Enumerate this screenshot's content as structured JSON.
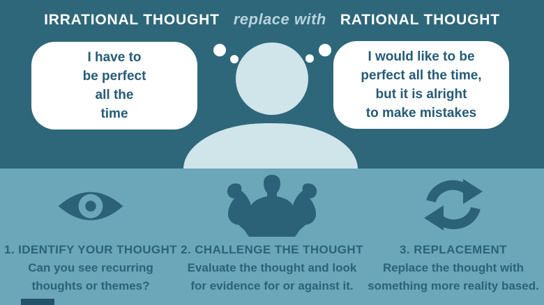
{
  "header": {
    "irrational_label": "IRRATIONAL THOUGHT",
    "replace_label": "replace with",
    "rational_label": "RATIONAL THOUGHT"
  },
  "bubbles": {
    "irrational_text": "I have to\nbe perfect\nall the\ntime",
    "rational_text": "I would like to be\nperfect all the time,\nbut it is alright\nto make mistakes"
  },
  "steps": [
    {
      "icon": "eye-icon",
      "title": "1. IDENTIFY YOUR THOUGHT",
      "description": "Can you see recurring\nthoughts or themes?"
    },
    {
      "icon": "muscle-flex-icon",
      "title": "2. CHALLENGE THE THOUGHT",
      "description": "Evaluate the thought and look\nfor evidence for or against it."
    },
    {
      "icon": "refresh-arrows-icon",
      "title": "3. REPLACEMENT",
      "description": "Replace the thought with\nsomething more reality based."
    }
  ],
  "colors": {
    "top_background": "#2e6779",
    "bottom_background": "#6ca6b9",
    "silhouette": "#cfe5ea",
    "bubble_background": "#ffffff",
    "bubble_text": "#255b78",
    "header_text": "#ffffff",
    "replace_text": "#b7d3de",
    "step_text": "#2b6277",
    "footer_stub": "#23536a"
  }
}
